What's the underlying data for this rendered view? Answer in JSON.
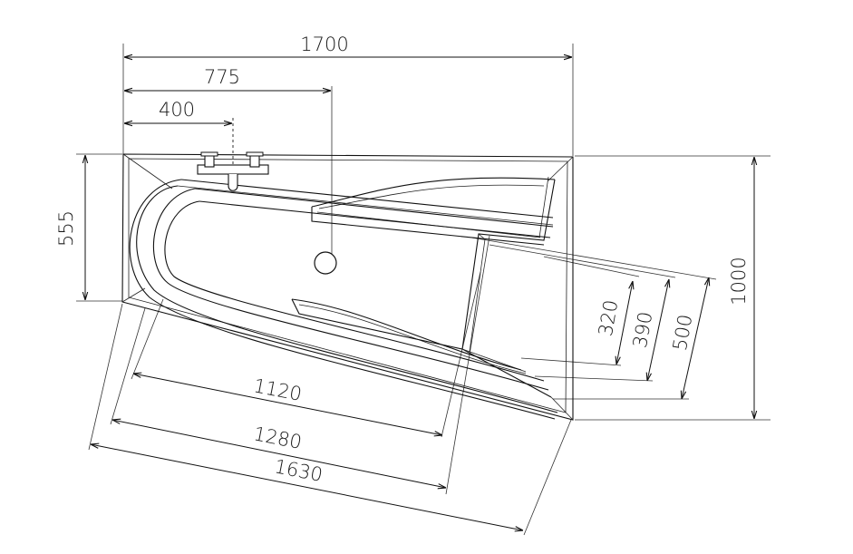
{
  "dimensions": {
    "width_total": "1700",
    "width_drain": "775",
    "width_faucet": "400",
    "height_left": "555",
    "height_total": "1000",
    "inner_320": "320",
    "inner_390": "390",
    "inner_500": "500",
    "length_1120": "1120",
    "length_1280": "1280",
    "length_1630": "1630"
  }
}
